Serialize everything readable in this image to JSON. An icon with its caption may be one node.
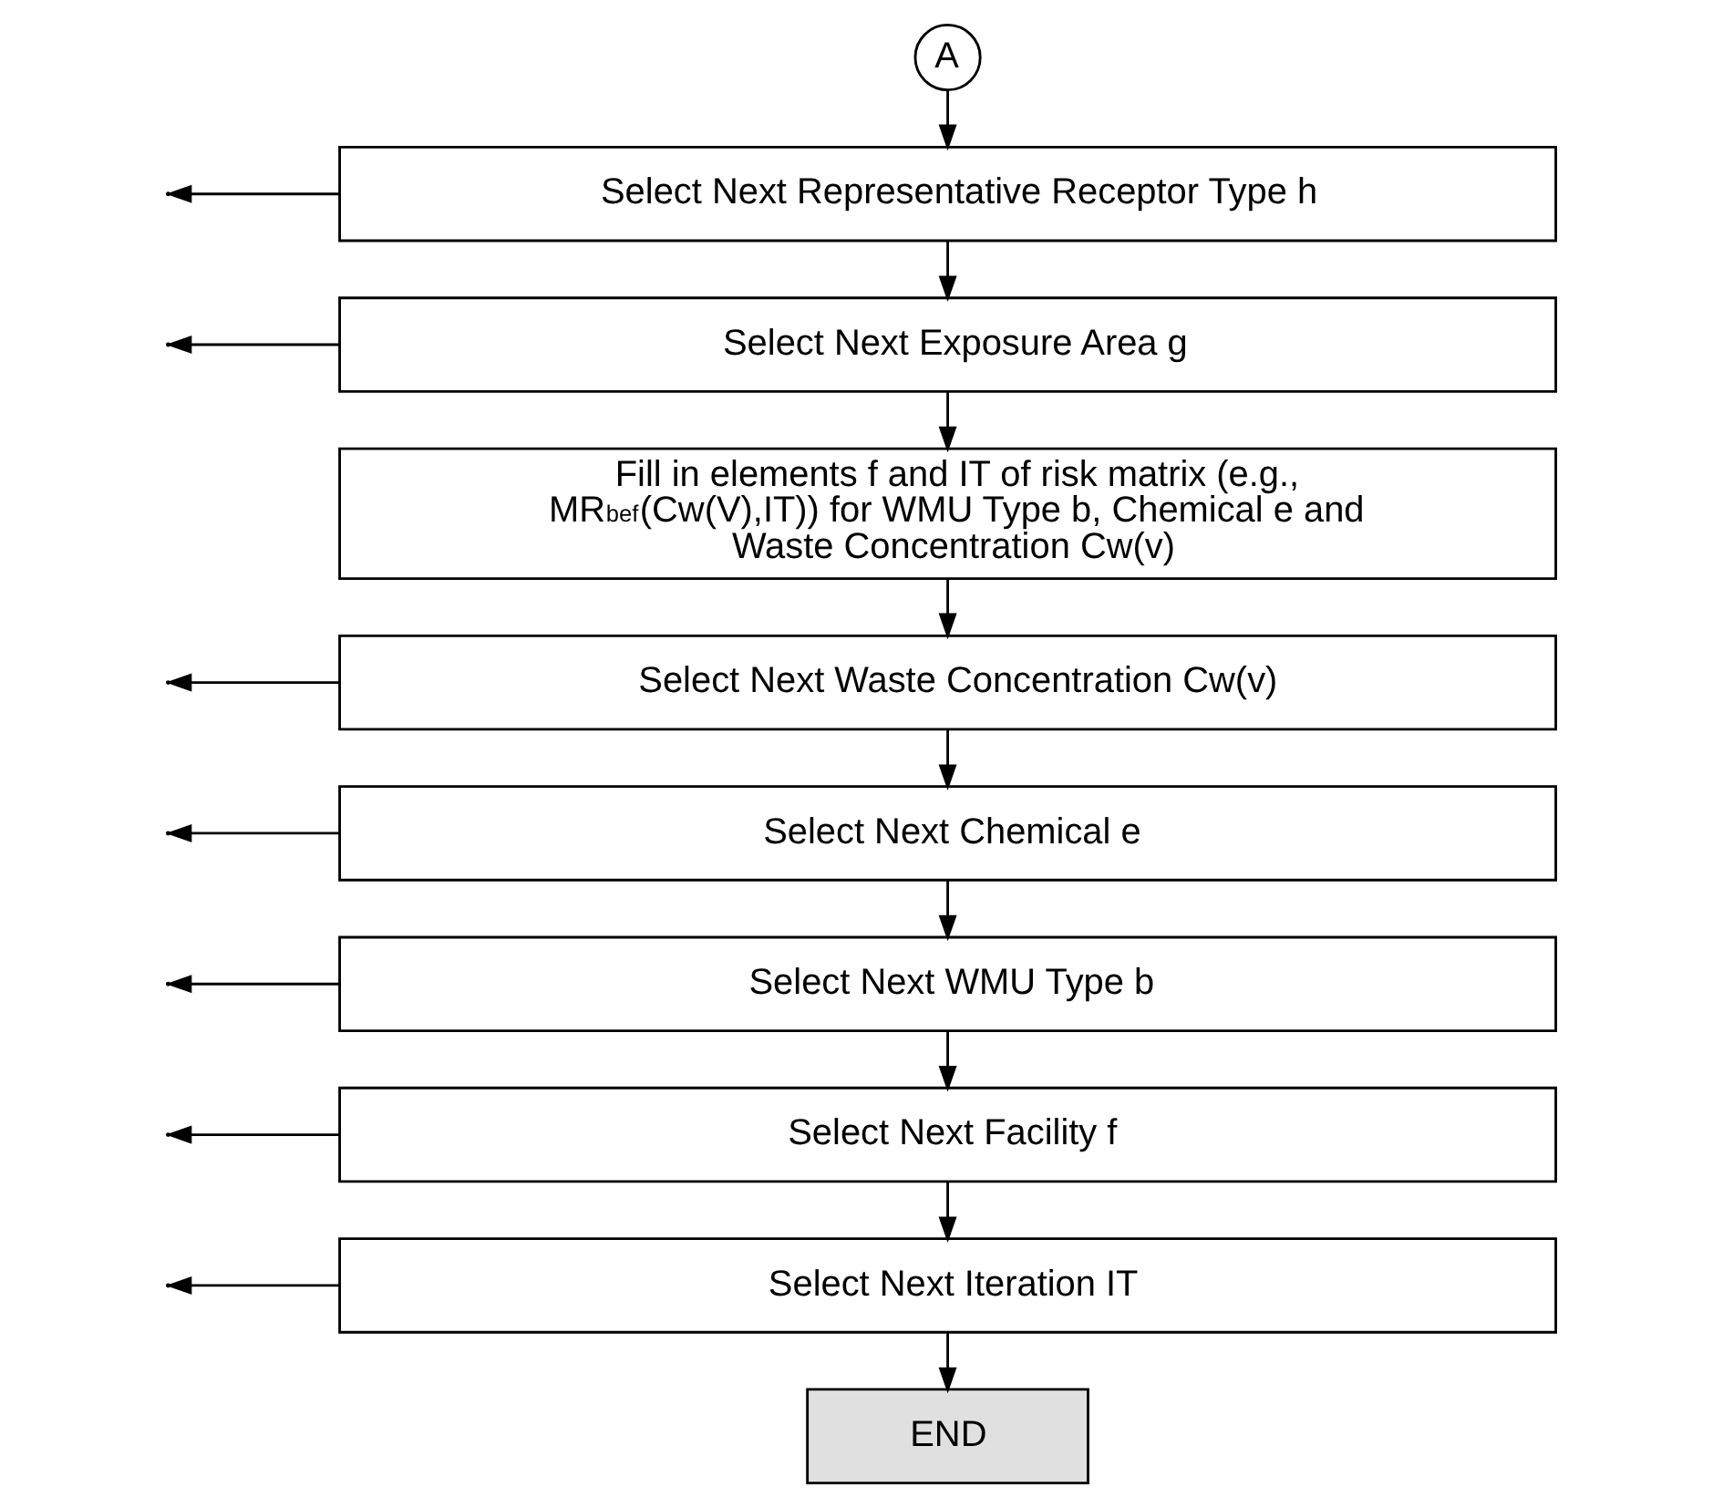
{
  "diagram": {
    "nodes": [
      {
        "text": [
          "A"
        ]
      },
      {
        "text": [
          "Select Next Representative Receptor Type h"
        ]
      },
      {
        "text": [
          "Select Next Exposure Area g"
        ]
      },
      {
        "text": [
          "Fill in elements f and IT of risk matrix (e.g., MR$_{bef}$(Cw(V),IT)) for WMU Type b, Chemical e and Waste Concentration Cw(v)"
        ]
      },
      {
        "text": [
          "Select Next Waste Concentration Cw(v)"
        ]
      },
      {
        "text": [
          "Select Next Chemical e"
        ]
      },
      {
        "text": [
          "Select Next WMU Type b"
        ]
      },
      {
        "text": [
          "Select Next Facility f"
        ]
      },
      {
        "text": [
          "Select Next Iteration IT"
        ]
      },
      {
        "text": [
          "END"
        ]
      }
    ],
    "edges": [
      {
        "from": 0,
        "to": 1,
        "arrow": "to"
      },
      {
        "from": 1,
        "to": null,
        "arrow": "to"
      },
      {
        "from": 1,
        "to": 2,
        "arrow": "to"
      },
      {
        "from": 2,
        "to": null,
        "arrow": "to"
      },
      {
        "from": 2,
        "to": 3,
        "arrow": "to"
      },
      {
        "from": 3,
        "to": 4,
        "arrow": "to"
      },
      {
        "from": 4,
        "to": null,
        "arrow": "to"
      },
      {
        "from": 4,
        "to": 5,
        "arrow": "to"
      },
      {
        "from": 5,
        "to": null,
        "arrow": "to"
      },
      {
        "from": 5,
        "to": 6,
        "arrow": "to"
      },
      {
        "from": 6,
        "to": null,
        "arrow": "to"
      },
      {
        "from": 6,
        "to": 7,
        "arrow": "to"
      },
      {
        "from": 7,
        "to": null,
        "arrow": "to"
      },
      {
        "from": 7,
        "to": 8,
        "arrow": "to"
      },
      {
        "from": 8,
        "to": null,
        "arrow": "to"
      },
      {
        "from": 8,
        "to": 9,
        "arrow": "to"
      }
    ]
  }
}
